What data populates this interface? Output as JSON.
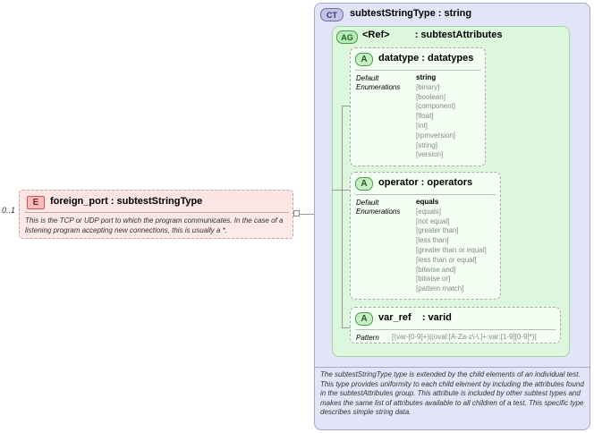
{
  "element": {
    "badge": "E",
    "title": "foreign_port : subtestStringType",
    "occurs": "0..1",
    "documentation": "This is the TCP or UDP port to which the program communicates.  In the case of a listening program accepting new connections, this is usually a *."
  },
  "complex_type": {
    "badge": "CT",
    "title": "subtestStringType : string",
    "documentation": "The subtestStringType type is extended by the child elements of an individual test.  This type provides uniformity to each child element by including the attributes found in the subtestAttributes group.  This attribute is included by other subtest types and makes the same list of attributes available to all children of a test.  This specific type describes simple string data."
  },
  "attribute_group": {
    "badge": "AG",
    "title_ref": "<Ref>",
    "title_name": ": subtestAttributes"
  },
  "attributes": [
    {
      "badge": "A",
      "title": "datatype : datatypes",
      "default_label": "Default",
      "enum_label": "Enumerations",
      "default": "string",
      "enumerations": [
        "[binary]",
        "[boolean]",
        "[component]",
        "[float]",
        "[int]",
        "[rpmversion]",
        "[string]",
        "[version]"
      ]
    },
    {
      "badge": "A",
      "title": "operator : operators",
      "default_label": "Default",
      "enum_label": "Enumerations",
      "default": "equals",
      "enumerations": [
        "[equals]",
        "[not equal]",
        "[greater than]",
        "[less than]",
        "[greater than or equal]",
        "[less than or equal]",
        "[bitwise and]",
        "[bitwise or]",
        "[pattern match]"
      ]
    },
    {
      "badge": "A",
      "title_name": "var_ref",
      "title_type": ": varid",
      "pattern_label": "Pattern",
      "pattern": "[(var-[0-9]+)|(oval:[A-Za-z\\-\\.]+:var:[1-9][0-9]*)]"
    }
  ]
}
